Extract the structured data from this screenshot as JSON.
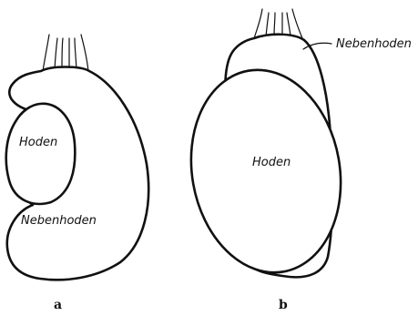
{
  "figure": {
    "panel_a": {
      "letter": "a",
      "labels": {
        "testis": "Hoden",
        "epididymis": "Nebenhoden"
      }
    },
    "panel_b": {
      "letter": "b",
      "labels": {
        "testis": "Hoden",
        "epididymis": "Nebenhoden"
      }
    }
  }
}
